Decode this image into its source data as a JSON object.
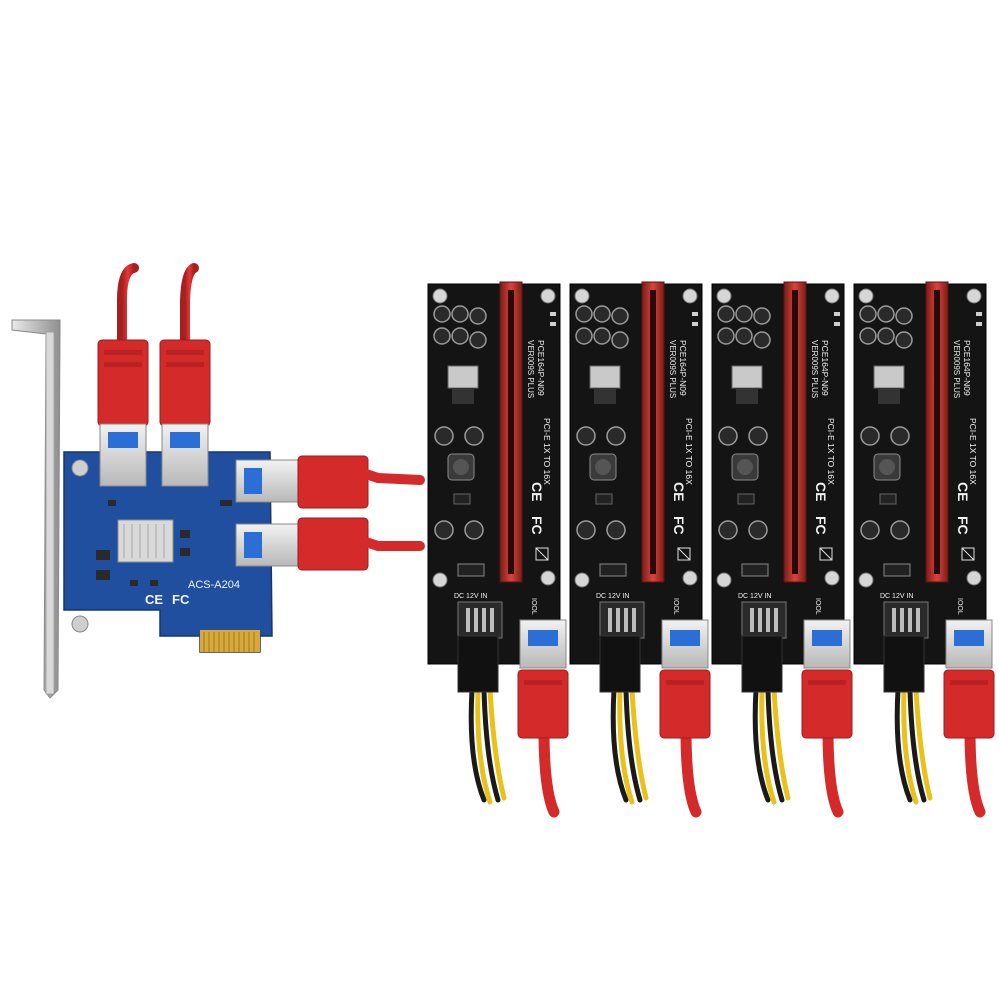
{
  "adapter": {
    "model_label": "ACS-A204",
    "ce_mark": "CE",
    "fc_mark": "FC",
    "usb_port_count": 4,
    "pcb_color": "#1f4f9e",
    "cable_color": "#d42a2a"
  },
  "risers": {
    "count": 4,
    "pcb_color": "#141414",
    "slot_color": "#c8342c",
    "items": [
      {
        "model_label": "PCE164P-N09",
        "version_label": "VER009S PLUS",
        "spec_label": "PCI-E 1X TO 16X",
        "ce_mark": "CE",
        "fc_mark": "FC",
        "power_label": "DC 12V IN",
        "usb_label": "IOOL"
      },
      {
        "model_label": "PCE164P-N09",
        "version_label": "VER009S PLUS",
        "spec_label": "PCI-E 1X TO 16X",
        "ce_mark": "CE",
        "fc_mark": "FC",
        "power_label": "DC 12V IN",
        "usb_label": "IOOL"
      },
      {
        "model_label": "PCE164P-N09",
        "version_label": "VER009S PLUS",
        "spec_label": "PCI-E 1X TO 16X",
        "ce_mark": "CE",
        "fc_mark": "FC",
        "power_label": "DC 12V IN",
        "usb_label": "IOOL"
      },
      {
        "model_label": "PCE164P-N09",
        "version_label": "VER009S PLUS",
        "spec_label": "PCI-E 1X TO 16X",
        "ce_mark": "CE",
        "fc_mark": "FC",
        "power_label": "DC 12V IN",
        "usb_label": "IOOL"
      }
    ]
  },
  "colors": {
    "background": "#ffffff",
    "usb_blue": "#2b6fd6",
    "gold_finger": "#d8a83a",
    "bracket_metal": "#c9c9c9",
    "power_wire_yellow": "#e8c21a",
    "power_wire_black": "#1a1a1a"
  }
}
